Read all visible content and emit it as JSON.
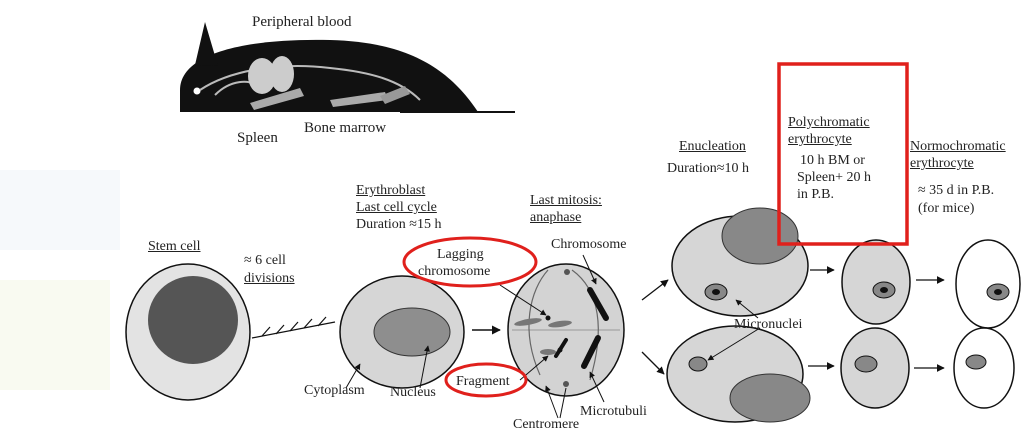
{
  "labels": {
    "peripheral_blood": "Peripheral blood",
    "spleen": "Spleen",
    "bone_marrow": "Bone marrow",
    "stem_cell": "Stem cell",
    "six_divisions_1": "≈ 6 cell",
    "six_divisions_2": "divisions",
    "erythroblast_1": "Erythroblast",
    "erythroblast_2": "Last cell cycle",
    "erythroblast_3": "Duration ≈15 h",
    "last_mitosis_1": "Last mitosis:",
    "last_mitosis_2": "anaphase",
    "chromosome": "Chromosome",
    "lagging_1": "Lagging",
    "lagging_2": "chromosome",
    "fragment": "Fragment",
    "cytoplasm": "Cytoplasm",
    "nucleus": "Nucleus",
    "centromere": "Centromere",
    "microtubuli": "Microtubuli",
    "enucleation_1": "Enucleation",
    "enucleation_2": "Duration≈10 h",
    "micronuclei": "Micronuclei",
    "poly_1": "Polychromatic",
    "poly_2": "erythrocyte",
    "poly_3": "10 h BM or",
    "poly_4": "Spleen+ 20 h",
    "poly_5": "in P.B.",
    "normo_1": "Normochromatic",
    "normo_2": "erythrocyte",
    "normo_3": "≈ 35 d in P.B.",
    "normo_4": "(for mice)"
  },
  "colors": {
    "highlight_red": "#e0201c",
    "cell_fill": "#d9d9d9",
    "nucleus_dark": "#5a5a5a",
    "nucleus_mid": "#8c8c8c",
    "mouse_black": "#111111",
    "watermark": "#f3f3e6"
  }
}
